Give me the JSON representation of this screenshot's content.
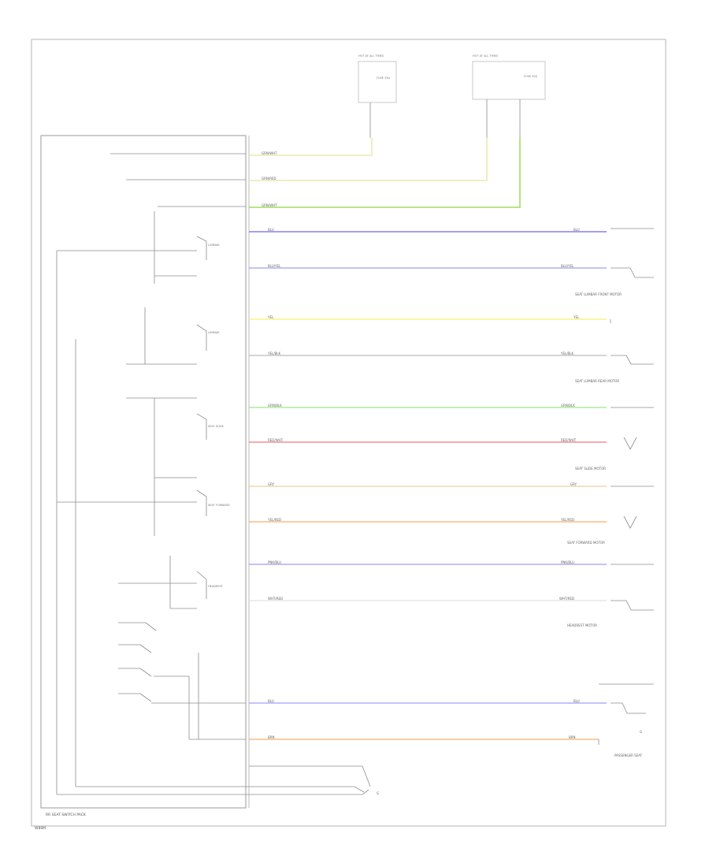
{
  "footer": {
    "module_label": "RR SEAT SWITCH PACK",
    "code": "W86M"
  },
  "colors": {
    "frame": "#b4b4b4",
    "line": "#8c8c8c",
    "wire_blue": "#6a6ae8",
    "wire_light_blue": "#9ea0f0",
    "wire_yellow": "#f4f26a",
    "wire_green": "#9ee88e",
    "wire_red": "#f07a7a",
    "wire_orange": "#f4b06a",
    "wire_tan": "#e6d2a0",
    "wire_gray": "#bcbcbc",
    "wire_yellow_green": "#8ed63a",
    "wire_pale_yellow": "#e8e4a0",
    "wire_light_gray": "#e2e2e2",
    "wire_purple": "#a49af0"
  },
  "fuses": [
    {
      "id": "fuse-left",
      "label": "HOT AT ALL TIMES",
      "text": "FUSE 25A"
    },
    {
      "id": "fuse-right",
      "label": "HOT AT ALL TIMES",
      "text": "FUSE 30A"
    }
  ],
  "wires": [
    {
      "id": "wire-1",
      "color": "wire_pale_yellow",
      "label": "GRN/WHT"
    },
    {
      "id": "wire-2",
      "color": "wire_pale_yellow",
      "label": "GRN/RED"
    },
    {
      "id": "wire-3",
      "color": "wire_yellow_green",
      "label": "GRN/WHT"
    },
    {
      "id": "wire-4",
      "color": "wire_blue",
      "label": "BLU"
    },
    {
      "id": "wire-5",
      "color": "wire_light_blue",
      "label": "BLU/YEL"
    },
    {
      "id": "wire-6",
      "color": "wire_yellow",
      "label": "YEL"
    },
    {
      "id": "wire-7",
      "color": "wire_gray",
      "label": "YEL/BLK"
    },
    {
      "id": "wire-8",
      "color": "wire_green",
      "label": "GRN/BLK"
    },
    {
      "id": "wire-9",
      "color": "wire_red",
      "label": "RED/WHT"
    },
    {
      "id": "wire-10",
      "color": "wire_tan",
      "label": "GRY"
    },
    {
      "id": "wire-11",
      "color": "wire_orange",
      "label": "YEL/RED"
    },
    {
      "id": "wire-12",
      "color": "wire_purple",
      "label": "PNK/BLU"
    },
    {
      "id": "wire-13",
      "color": "wire_light_gray",
      "label": "WHT/RED"
    },
    {
      "id": "wire-14",
      "color": "wire_light_blue",
      "label": "BLU"
    },
    {
      "id": "wire-15",
      "color": "wire_orange",
      "label": "BRN"
    }
  ],
  "switches": [
    {
      "id": "switch-lumbar-upper",
      "label": "LUMBAR"
    },
    {
      "id": "switch-lumbar-lower",
      "label": "LUMBAR"
    },
    {
      "id": "switch-seat-slide",
      "label": "SEAT SLIDE"
    },
    {
      "id": "switch-seat-forward",
      "label": "SEAT FORWARD"
    },
    {
      "id": "switch-headrest",
      "label": "HEADREST"
    }
  ],
  "right_labels": [
    {
      "id": "rl-1",
      "text": "SEAT LUMBAR FRONT MOTOR"
    },
    {
      "id": "rl-2",
      "text": "SEAT LUMBAR REAR MOTOR"
    },
    {
      "id": "rl-3",
      "text": "SEAT SLIDE MOTOR"
    },
    {
      "id": "rl-4",
      "text": "SEAT FORWARD MOTOR"
    },
    {
      "id": "rl-5",
      "text": "HEADREST MOTOR"
    },
    {
      "id": "rl-6",
      "text": "PASSENGER SEAT"
    }
  ],
  "grounds": [
    {
      "id": "ground-1",
      "text": "G"
    },
    {
      "id": "ground-2",
      "text": "G"
    }
  ]
}
